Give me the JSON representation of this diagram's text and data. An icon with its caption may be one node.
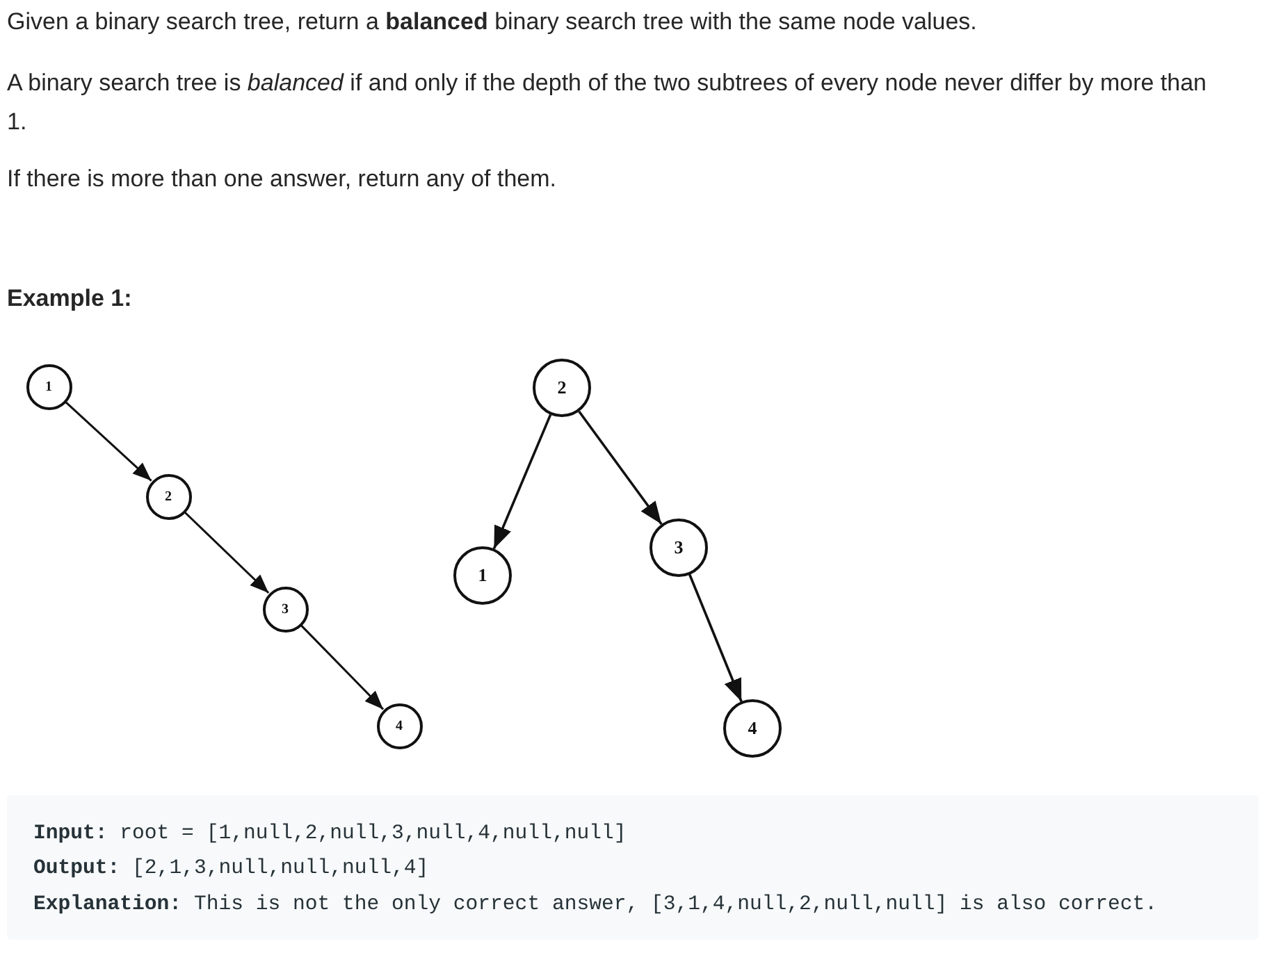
{
  "diagram": {
    "nodes": [
      {
        "text": [
          "1"
        ]
      },
      {
        "text": [
          "2"
        ]
      },
      {
        "text": [
          "3"
        ]
      },
      {
        "text": [
          "4"
        ]
      },
      {
        "text": [
          "2"
        ]
      },
      {
        "text": [
          "1"
        ]
      },
      {
        "text": [
          "3"
        ]
      },
      {
        "text": [
          "4"
        ]
      }
    ],
    "edges": [
      {
        "from": 0,
        "to": 1,
        "arrow": "to"
      },
      {
        "from": 1,
        "to": 2,
        "arrow": "to"
      },
      {
        "from": 2,
        "to": 3,
        "arrow": "to"
      },
      {
        "from": 4,
        "to": 5,
        "arrow": "to"
      },
      {
        "from": 4,
        "to": 6,
        "arrow": "to"
      },
      {
        "from": 6,
        "to": 7,
        "arrow": "to"
      }
    ],
    "labels": [
      "Given a binary search tree, return a **balanced** binary search tree with the same node values.",
      "A binary search tree is *balanced* if and only if the depth of the two subtrees of every node never differ by more than 1.",
      "If there is more than one answer, return any of them.",
      "Example 1:",
      "**Input:** root = [1,null,2,null,3,null,4,null,null]",
      "**Output:** [2,1,3,null,null,null,4]",
      "**Explanation:** This is not the only correct answer, [3,1,4,null,2,null,null] is also correct."
    ]
  }
}
